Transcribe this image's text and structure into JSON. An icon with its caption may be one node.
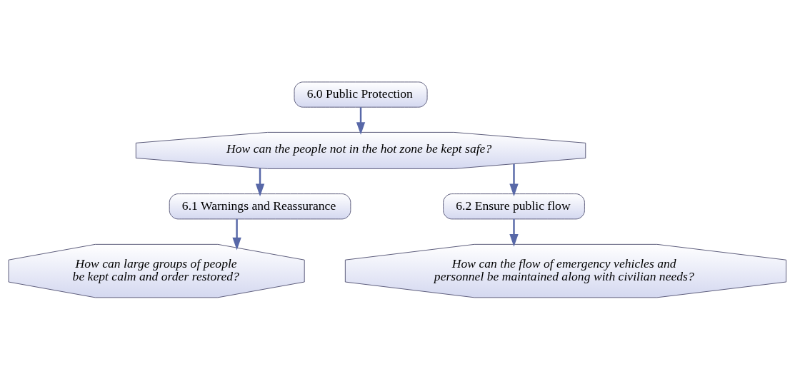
{
  "diagram": {
    "nodes": [
      {
        "text": [
          "6.0 Public Protection"
        ]
      },
      {
        "text": [
          "How can the people not in the hot zone be kept safe?"
        ]
      },
      {
        "text": [
          "6.1 Warnings and Reassurance"
        ]
      },
      {
        "text": [
          "6.2 Ensure public flow"
        ]
      },
      {
        "text": [
          "How can large groups of people be kept calm and order restored?"
        ]
      },
      {
        "text": [
          "How can the flow of emergency vehicles and personnel be maintained along with civilian needs?"
        ]
      }
    ],
    "edges": [
      {
        "from": 0,
        "to": 1,
        "arrow": "to"
      },
      {
        "from": 1,
        "to": 2,
        "arrow": "to"
      },
      {
        "from": 1,
        "to": 3,
        "arrow": "to"
      },
      {
        "from": 2,
        "to": 4,
        "arrow": "to"
      },
      {
        "from": 3,
        "to": 5,
        "arrow": "to"
      }
    ]
  }
}
